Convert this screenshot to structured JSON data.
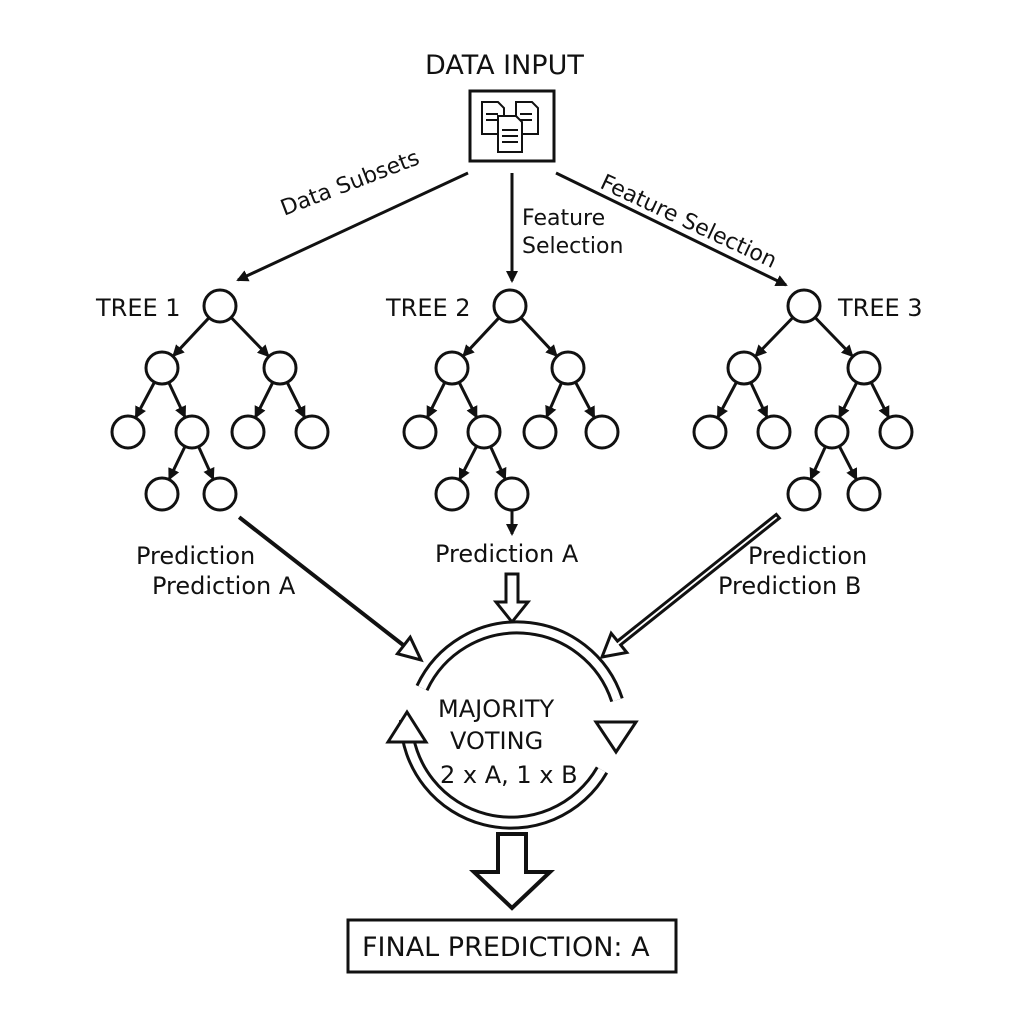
{
  "title": "DATA INPUT",
  "edges": {
    "left": "Data Subsets",
    "center_line1": "Feature",
    "center_line2": "Selection",
    "right": "Feature Selection"
  },
  "trees": [
    {
      "name": "TREE 1",
      "prediction_line1": "Prediction",
      "prediction_line2": "Prediction A"
    },
    {
      "name": "TREE 2",
      "prediction_line1": "Prediction A",
      "prediction_line2": ""
    },
    {
      "name": "TREE 3",
      "prediction_line1": "Prediction",
      "prediction_line2": "Prediction B"
    }
  ],
  "voting": {
    "line1": "MAJORITY",
    "line2": "VOTING",
    "line3": "2 x A, 1 x B"
  },
  "final": "FINAL PREDICTION: A",
  "colors": {
    "ink": "#111111",
    "background": "#ffffff"
  },
  "icons": [
    "documents-icon"
  ]
}
